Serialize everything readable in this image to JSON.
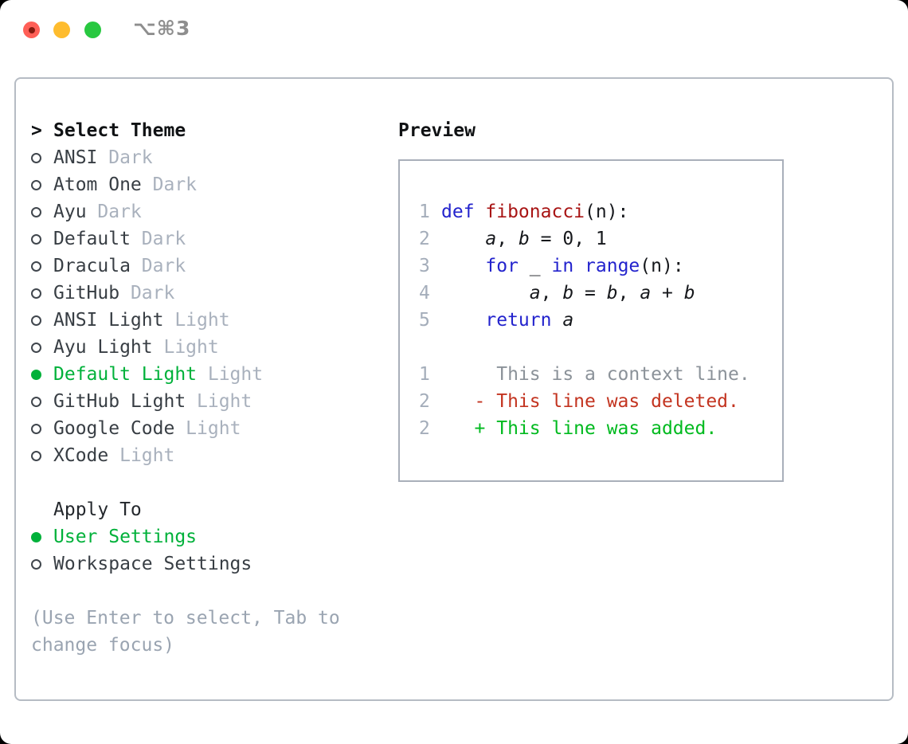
{
  "window": {
    "title": "⌥⌘3",
    "traffic_lights": [
      "close",
      "minimize",
      "zoom"
    ]
  },
  "theme_list": {
    "prefix": ">",
    "header": "Select Theme",
    "items": [
      {
        "name": "ANSI",
        "variant": "Dark",
        "selected": false
      },
      {
        "name": "Atom One",
        "variant": "Dark",
        "selected": false
      },
      {
        "name": "Ayu",
        "variant": "Dark",
        "selected": false
      },
      {
        "name": "Default",
        "variant": "Dark",
        "selected": false
      },
      {
        "name": "Dracula",
        "variant": "Dark",
        "selected": false
      },
      {
        "name": "GitHub",
        "variant": "Dark",
        "selected": false
      },
      {
        "name": "ANSI Light",
        "variant": "Light",
        "selected": false
      },
      {
        "name": "Ayu Light",
        "variant": "Light",
        "selected": false
      },
      {
        "name": "Default Light",
        "variant": "Light",
        "selected": true
      },
      {
        "name": "GitHub Light",
        "variant": "Light",
        "selected": false
      },
      {
        "name": "Google Code",
        "variant": "Light",
        "selected": false
      },
      {
        "name": "XCode",
        "variant": "Light",
        "selected": false
      }
    ]
  },
  "apply_to": {
    "header": "Apply To",
    "options": [
      {
        "label": "User Settings",
        "selected": true
      },
      {
        "label": "Workspace Settings",
        "selected": false
      }
    ]
  },
  "hint": "(Use Enter to select, Tab to change focus)",
  "preview": {
    "title": "Preview",
    "lines": [
      {
        "num": "1",
        "tokens": [
          {
            "t": "def ",
            "c": "kw"
          },
          {
            "t": "fibonacci",
            "c": "fn"
          },
          {
            "t": "(n):",
            "c": "pl"
          }
        ]
      },
      {
        "num": "2",
        "tokens": [
          {
            "t": "    ",
            "c": "pl"
          },
          {
            "t": "a",
            "c": "var"
          },
          {
            "t": ", ",
            "c": "pl"
          },
          {
            "t": "b",
            "c": "var"
          },
          {
            "t": " = 0, 1",
            "c": "pl"
          }
        ]
      },
      {
        "num": "3",
        "tokens": [
          {
            "t": "    ",
            "c": "pl"
          },
          {
            "t": "for",
            "c": "kw"
          },
          {
            "t": " _ ",
            "c": "pl"
          },
          {
            "t": "in",
            "c": "kw"
          },
          {
            "t": " ",
            "c": "pl"
          },
          {
            "t": "range",
            "c": "kw"
          },
          {
            "t": "(n):",
            "c": "pl"
          }
        ]
      },
      {
        "num": "4",
        "tokens": [
          {
            "t": "        ",
            "c": "pl"
          },
          {
            "t": "a",
            "c": "var"
          },
          {
            "t": ", ",
            "c": "pl"
          },
          {
            "t": "b",
            "c": "var"
          },
          {
            "t": " = ",
            "c": "pl"
          },
          {
            "t": "b",
            "c": "var"
          },
          {
            "t": ", ",
            "c": "pl"
          },
          {
            "t": "a",
            "c": "var"
          },
          {
            "t": " + ",
            "c": "pl"
          },
          {
            "t": "b",
            "c": "var"
          }
        ]
      },
      {
        "num": "5",
        "tokens": [
          {
            "t": "    ",
            "c": "pl"
          },
          {
            "t": "return",
            "c": "kw"
          },
          {
            "t": " ",
            "c": "pl"
          },
          {
            "t": "a",
            "c": "var"
          }
        ]
      },
      {
        "num": "",
        "tokens": []
      },
      {
        "num": "1",
        "tokens": [
          {
            "t": "     This is a context line.",
            "c": "ctx"
          }
        ]
      },
      {
        "num": "2",
        "tokens": [
          {
            "t": "   - This line was deleted.",
            "c": "del"
          }
        ]
      },
      {
        "num": "2",
        "tokens": [
          {
            "t": "   + This line was added.",
            "c": "add"
          }
        ]
      }
    ]
  },
  "colors": {
    "accent_green": "#00b13a",
    "added_green": "#00ba1f",
    "deleted_red": "#c33420",
    "keyword_blue": "#2323cd",
    "function_red": "#a81414",
    "context_gray": "#8b9299",
    "muted_gray": "#a9b1bd",
    "line_number_gray": "#a4adba",
    "traffic_red": "#ff5f57",
    "traffic_yellow": "#febc2e",
    "traffic_green": "#28c840"
  }
}
